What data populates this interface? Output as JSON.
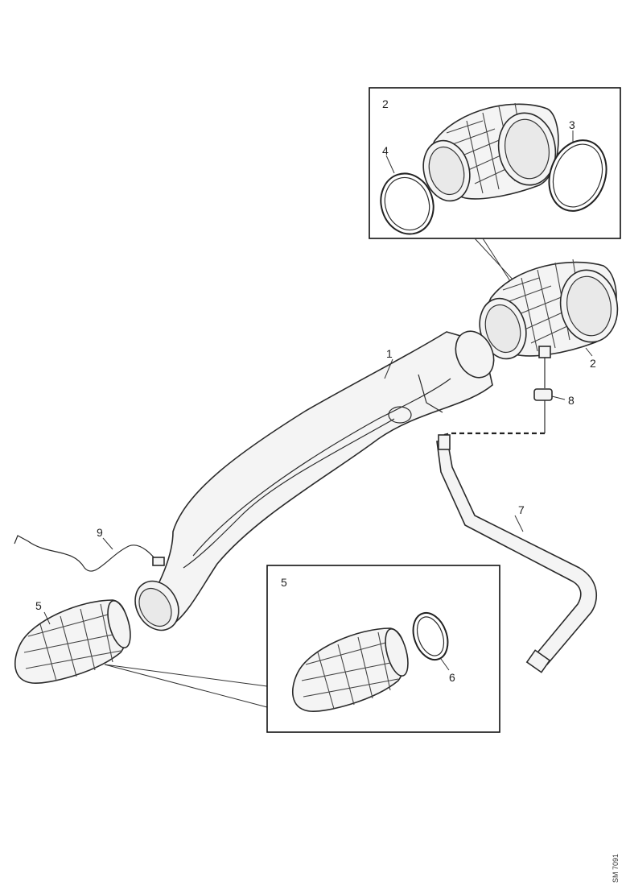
{
  "callouts": {
    "c1": "1",
    "c2_box": "2",
    "c2": "2",
    "c3": "3",
    "c4": "4",
    "c5_left": "5",
    "c5_box": "5",
    "c6": "6",
    "c7": "7",
    "c8": "8",
    "c9": "9"
  },
  "reference_code": "SM 7091"
}
